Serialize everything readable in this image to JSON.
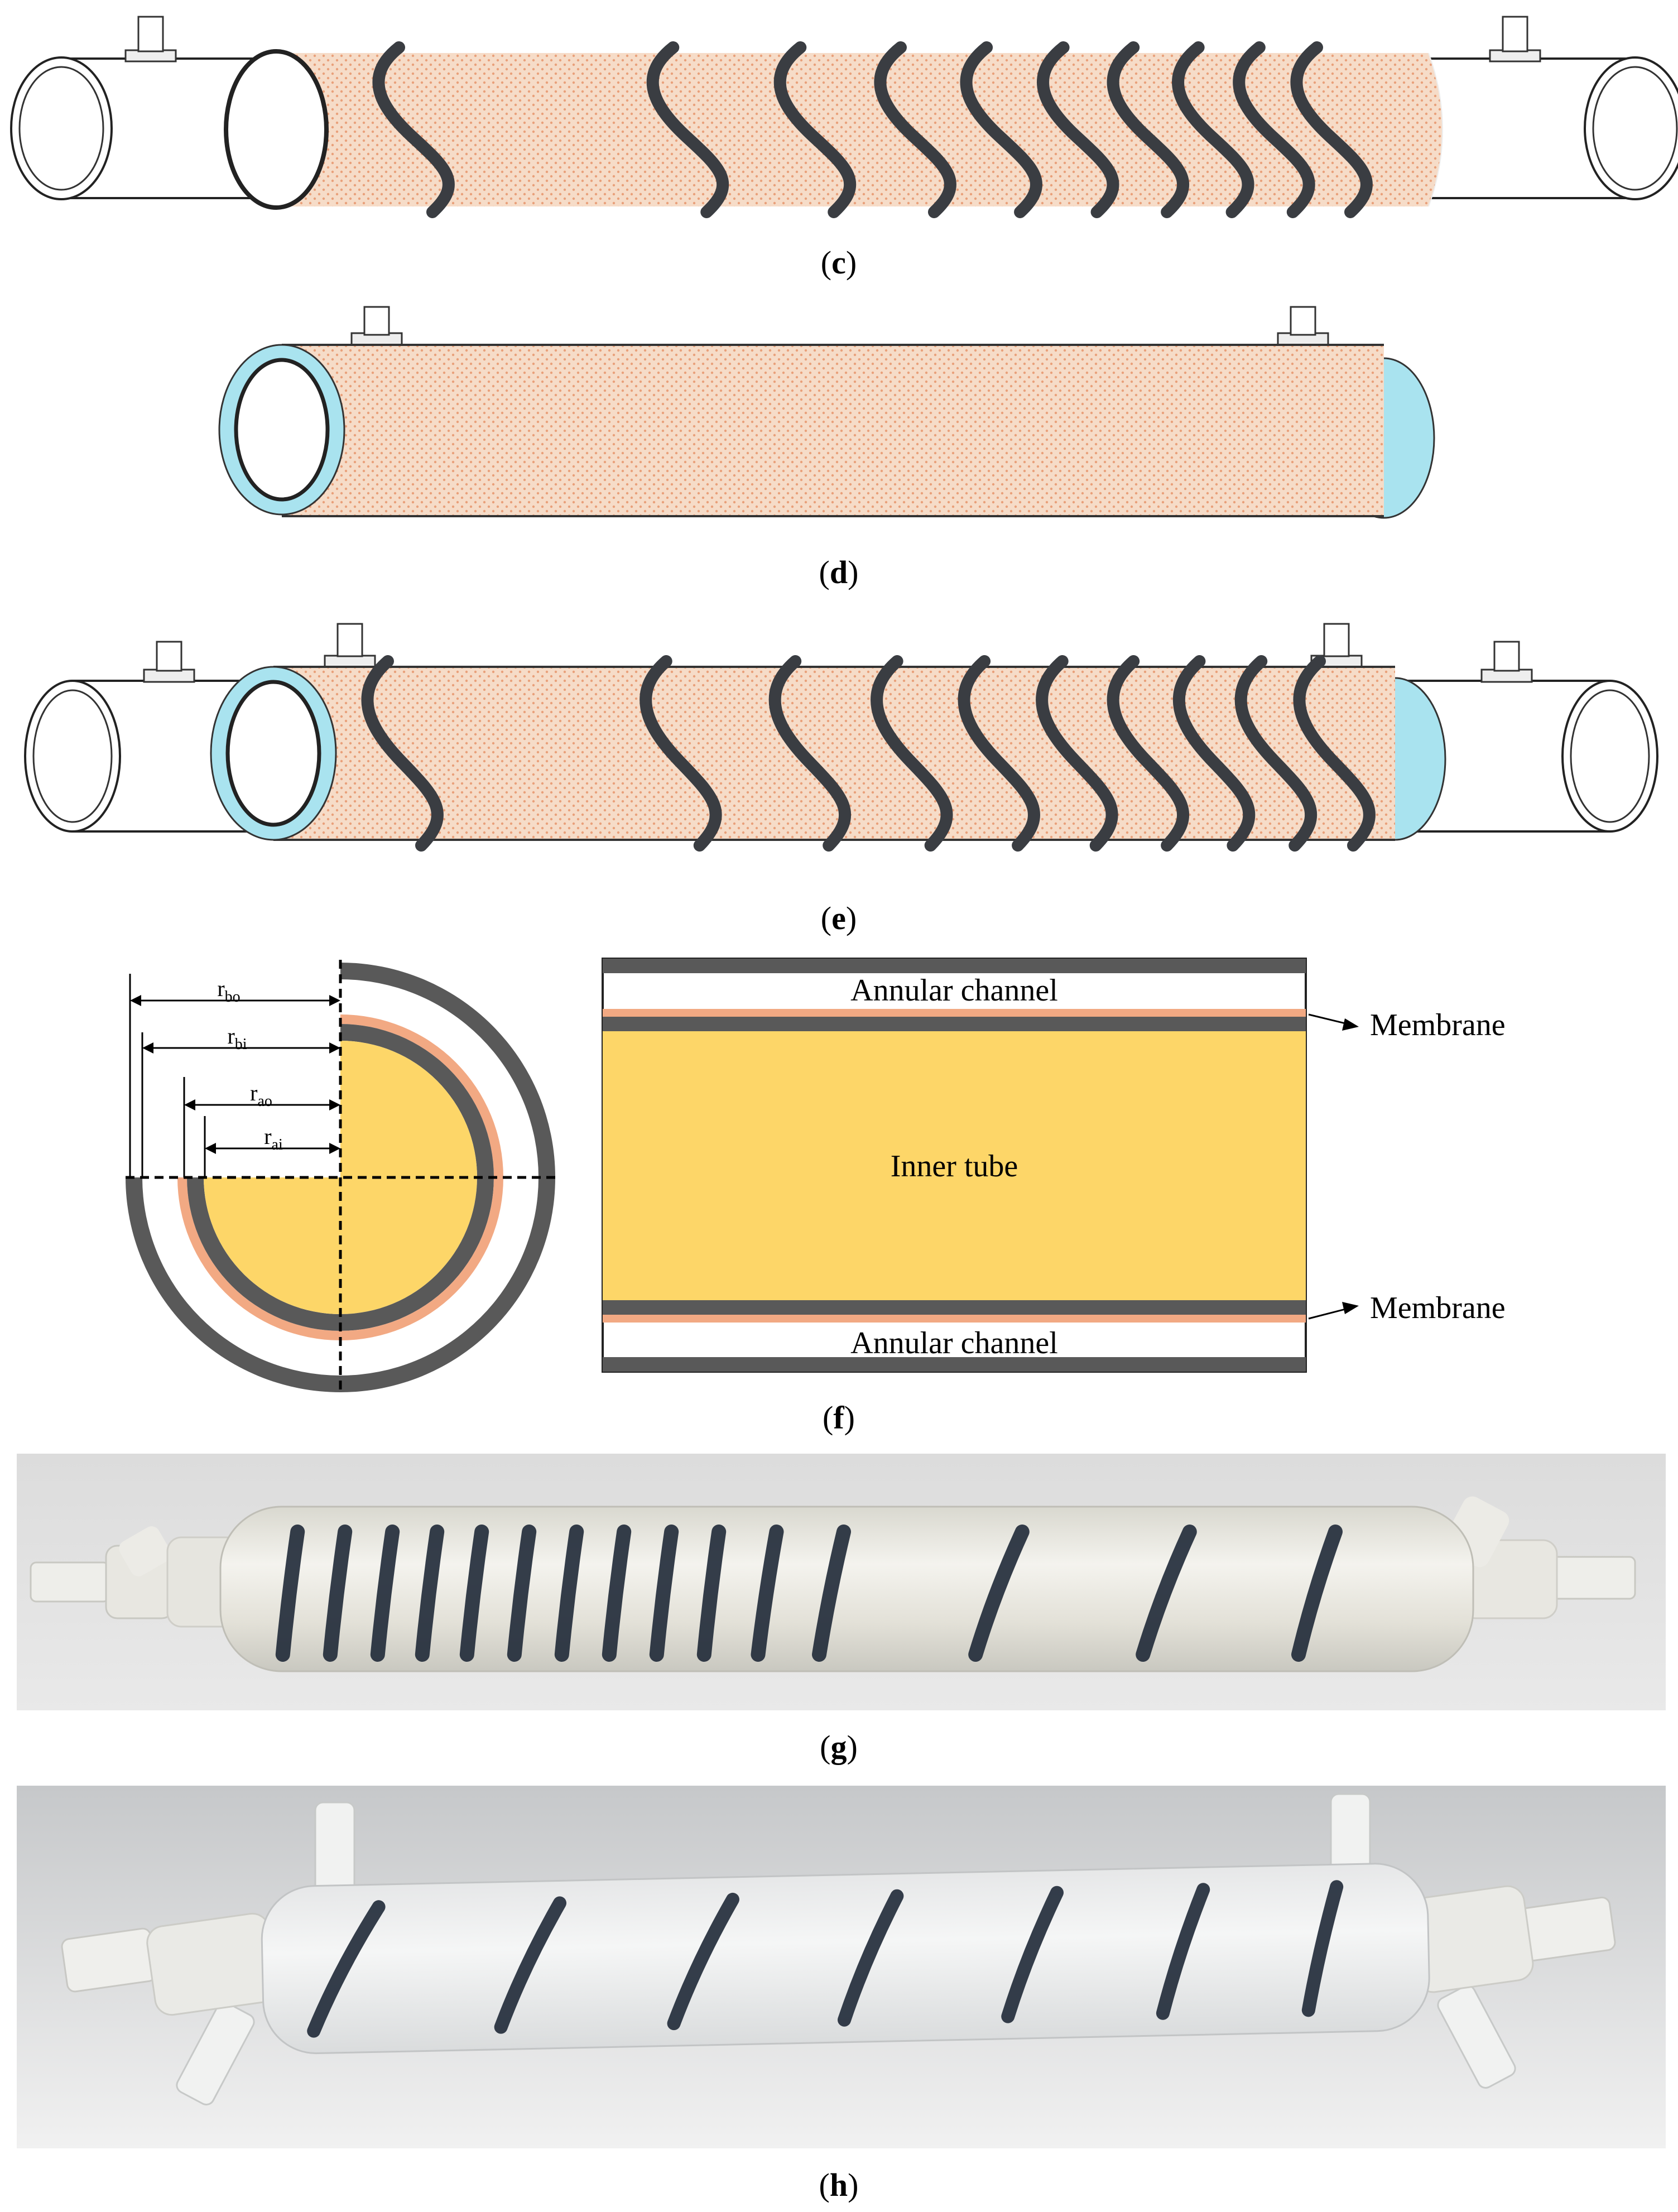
{
  "panels": {
    "c": {
      "caption_letter": "c"
    },
    "d": {
      "caption_letter": "d"
    },
    "e": {
      "caption_letter": "e"
    },
    "f": {
      "caption_letter": "f",
      "radius_labels": [
        {
          "base": "r",
          "sub": "bo"
        },
        {
          "base": "r",
          "sub": "bi"
        },
        {
          "base": "r",
          "sub": "ao"
        },
        {
          "base": "r",
          "sub": "ai"
        }
      ],
      "annular_channel_top": "Annular channel",
      "annular_channel_bottom": "Annular channel",
      "inner_tube": "Inner tube",
      "membrane_top": "Membrane",
      "membrane_bottom": "Membrane"
    },
    "g": {
      "caption_letter": "g"
    },
    "h": {
      "caption_letter": "h"
    }
  },
  "colors": {
    "membrane_fill": "#f6dcc8",
    "membrane_dots": "#e9a07a",
    "membrane_ring": "#f2a983",
    "spacer_wire": "#3a3d42",
    "end_cap_ring": "#a9e3ef",
    "inner_tube_fill": "#fdd668",
    "wall_gray": "#595959",
    "outline": "#222222",
    "photo_background": "#e8e9eb"
  }
}
